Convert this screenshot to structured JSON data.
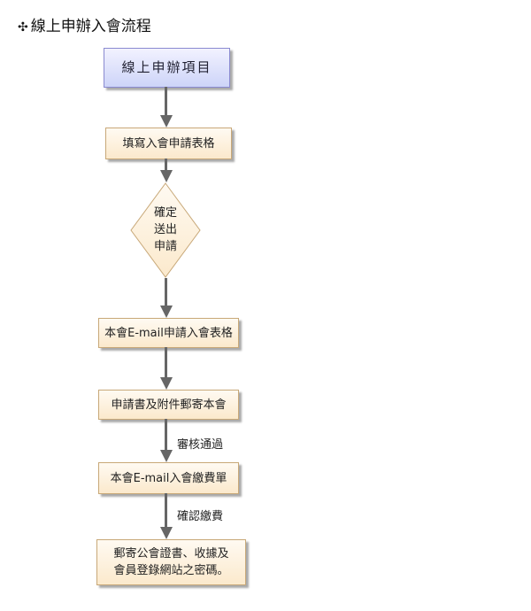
{
  "title": {
    "icon": "✣",
    "text": "線上申辦入會流程"
  },
  "steps": {
    "s1": "線上申辦項目",
    "s2": "填寫入會申請表格",
    "decision": [
      "確定",
      "送出",
      "申請"
    ],
    "s3": "本會E-mail申請入會表格",
    "s4": "申請書及附件郵寄本會",
    "s5": "本會E-mail入會繳費單",
    "s6a": "郵寄公會證書、收據及",
    "s6b": "會員登錄網站之密碼。"
  },
  "edges": {
    "approved": "審核通過",
    "paid": "確認繳費"
  }
}
